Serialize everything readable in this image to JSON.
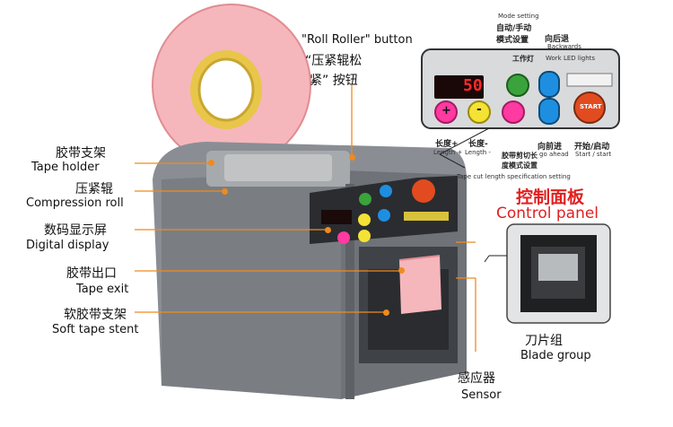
{
  "callouts": {
    "roll_roller_en_1": "\"Roll Roller\" button",
    "roll_roller_cn_1": "“压紧辊松",
    "roll_roller_cn_2": "紧” 按钮",
    "tape_holder_cn": "胶带支架",
    "tape_holder_en": "Tape holder",
    "compression_cn": "压紧辊",
    "compression_en": "Compression roll",
    "digital_cn": "数码显示屏",
    "digital_en": "Digital display",
    "tape_exit_cn": "胶带出口",
    "tape_exit_en": "Tape exit",
    "soft_stent_cn": "软胶带支架",
    "soft_stent_en": "Soft tape stent",
    "blade_cn": "刀片组",
    "blade_en": "Blade group",
    "sensor_cn": "感应器",
    "sensor_en": "Sensor"
  },
  "control_panel": {
    "title_cn": "控制面板",
    "title_en": "Control panel",
    "display_value": "50",
    "mode_en": "Mode setting",
    "mode_cn_1": "自动/手动",
    "mode_cn_2": "模式设置",
    "backwards_cn": "向后退",
    "backwards_en": "Backwards",
    "work_led_cn": "工作灯",
    "work_led_en": "Work LED lights",
    "start_button": "START",
    "length_plus_cn": "长度+",
    "length_plus_en": "Length +",
    "length_minus_cn": "长度-",
    "length_minus_en": "Length -",
    "cut_setting_cn_1": "胶带剪切长",
    "cut_setting_cn_2": "度模式设置",
    "cut_setting_en": "Tape cut length specification setting",
    "go_ahead_cn": "向前进",
    "go_ahead_en": "go ahead",
    "start_cn": "开始/启动",
    "start_en": "Start / start",
    "plus_symbol": "+",
    "minus_symbol": "-"
  },
  "colors": {
    "callout_line": "#f08a1c",
    "red_title": "#e02020",
    "machine_body": "#7d8186",
    "tape_pink": "#f3a3a8"
  }
}
